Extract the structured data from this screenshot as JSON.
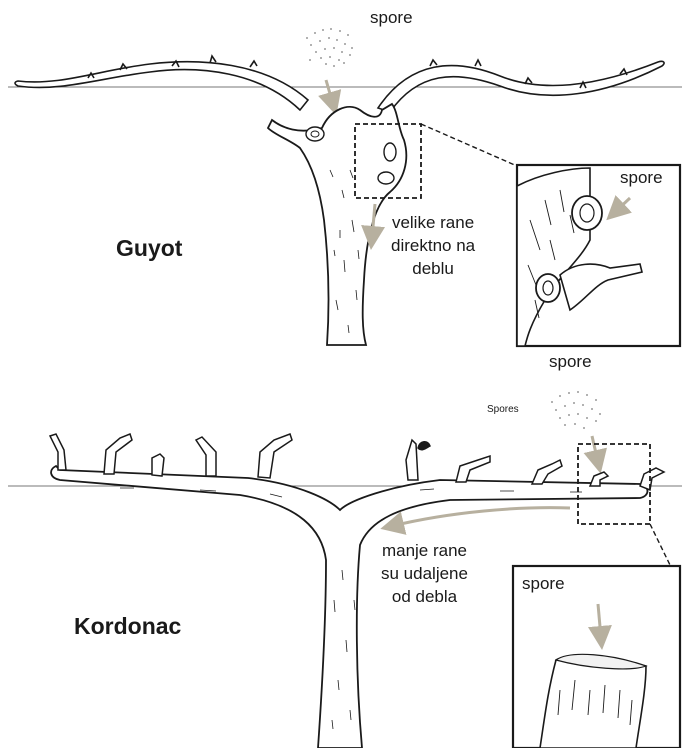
{
  "labels": {
    "spore_top": "spore",
    "guyot_title": "Guyot",
    "guyot_wound_text": [
      "velike rane",
      "direktno na",
      "deblu"
    ],
    "inset1_spore": "spore",
    "spore_middle": "spore",
    "spores_small": "Spores",
    "kordonac_wound_text": [
      "manje rane",
      "su udaljene",
      "od debla"
    ],
    "kordonac_title": "Kordonac",
    "inset2_spore": "spore"
  },
  "colors": {
    "ink": "#1a1a1a",
    "arrow": "#b7b09f",
    "wire": "#777777",
    "spore_dot": "#9a9a9a"
  }
}
